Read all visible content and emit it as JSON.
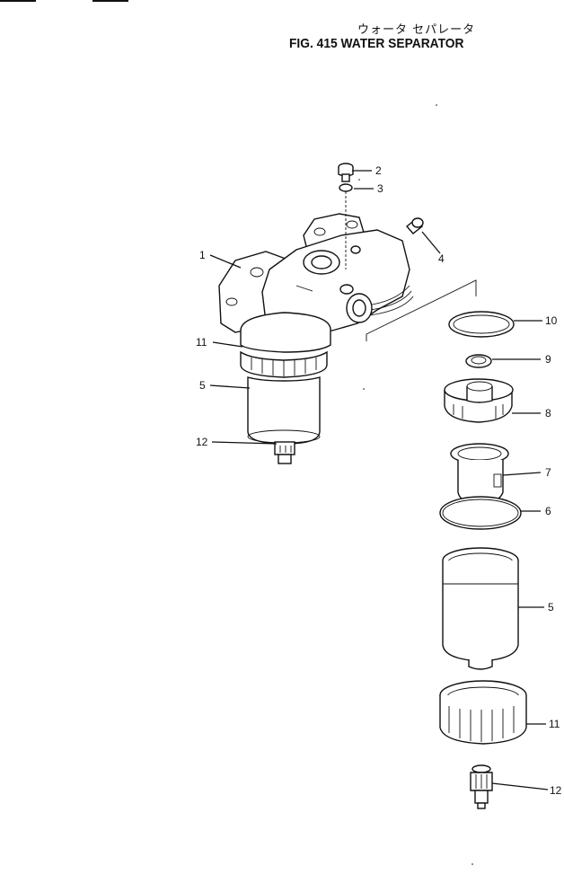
{
  "header": {
    "title_japanese": "ウォータ セパレータ",
    "title_english": "FIG. 415  WATER SEPARATOR"
  },
  "callouts": [
    {
      "id": "c1",
      "label": "1"
    },
    {
      "id": "c2",
      "label": "2"
    },
    {
      "id": "c3",
      "label": "3"
    },
    {
      "id": "c4",
      "label": "4"
    },
    {
      "id": "c5a",
      "label": "5"
    },
    {
      "id": "c5b",
      "label": "5"
    },
    {
      "id": "c6",
      "label": "6"
    },
    {
      "id": "c7",
      "label": "7"
    },
    {
      "id": "c8",
      "label": "8"
    },
    {
      "id": "c9",
      "label": "9"
    },
    {
      "id": "c10",
      "label": "10"
    },
    {
      "id": "c11a",
      "label": "11"
    },
    {
      "id": "c11b",
      "label": "11"
    },
    {
      "id": "c12a",
      "label": "12"
    },
    {
      "id": "c12b",
      "label": "12"
    }
  ]
}
